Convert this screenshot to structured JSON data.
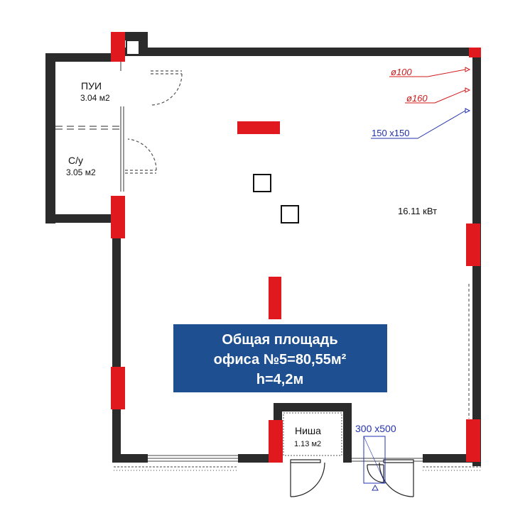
{
  "rooms": {
    "pui": {
      "name": "ПУИ",
      "area": "3.04 м2"
    },
    "bathroom": {
      "name": "С/у",
      "area": "3.05 м2"
    },
    "niche": {
      "name": "Ниша",
      "area": "1.13 м2"
    }
  },
  "ducts": {
    "d100": "ø100",
    "d160": "ø160",
    "vent": "150 x150",
    "opening": "300 x500"
  },
  "power": "16.11 кВт",
  "summary": {
    "line1": "Общая площадь",
    "line2": "офиса №5=80,55м²",
    "line3": "h=4,2м"
  },
  "colors": {
    "wall": "#2b2b2b",
    "column": "#e0191f",
    "summary_bg": "#1d4f91",
    "duct_red": "#d11a1a",
    "duct_blue": "#1f2fa8",
    "opening_blue": "#2433b0"
  }
}
